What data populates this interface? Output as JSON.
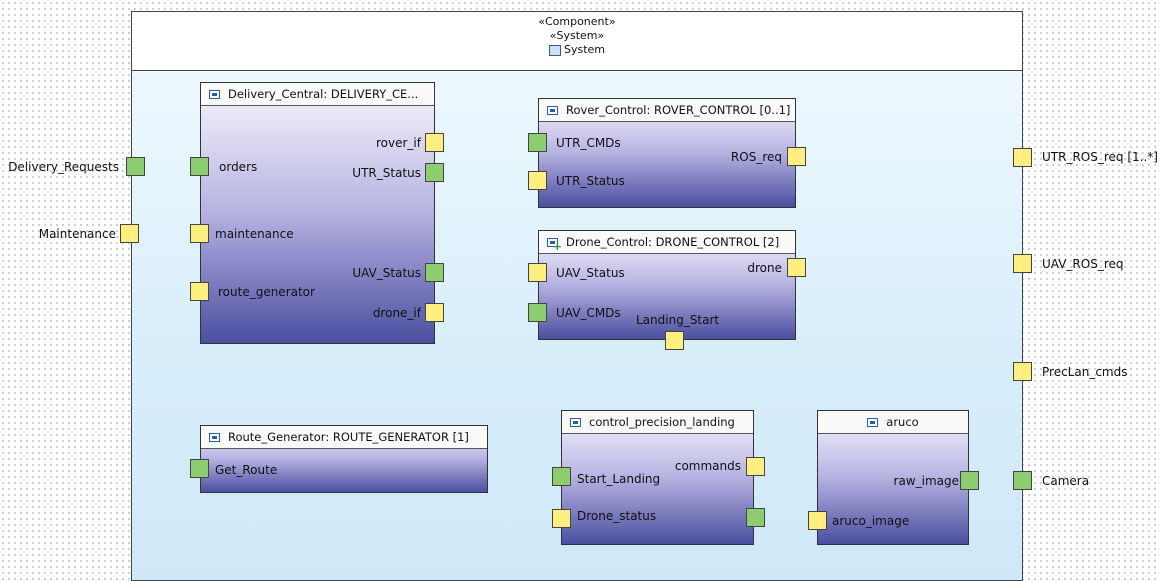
{
  "system": {
    "stereotype1": "«Component»",
    "stereotype2": "«System»",
    "name": "System",
    "icon": "system-icon"
  },
  "external_ports": {
    "delivery_requests": "Delivery_Requests",
    "maintenance": "Maintenance",
    "utr_ros_req": "UTR_ROS_req [1..*]",
    "uav_ros_req": "UAV_ROS_req",
    "preclan_cmds": "PrecLan_cmds",
    "camera": "Camera"
  },
  "parts": {
    "delivery_central": {
      "title": "Delivery_Central: DELIVERY_CE...",
      "ports": {
        "orders": "orders",
        "maintenance": "maintenance",
        "route_generator": "route_generator",
        "rover_if": "rover_if",
        "utr_status": "UTR_Status",
        "uav_status": "UAV_Status",
        "drone_if": "drone_if"
      }
    },
    "rover_control": {
      "title": "Rover_Control: ROVER_CONTROL [0..1]",
      "ports": {
        "utr_cmds": "UTR_CMDs",
        "utr_status": "UTR_Status",
        "ros_req": "ROS_req"
      }
    },
    "drone_control": {
      "title": "Drone_Control: DRONE_CONTROL [2]",
      "ports": {
        "uav_status": "UAV_Status",
        "uav_cmds": "UAV_CMDs",
        "landing_start": "Landing_Start",
        "drone": "drone"
      }
    },
    "route_generator": {
      "title": "Route_Generator: ROUTE_GENERATOR [1]",
      "ports": {
        "get_route": "Get_Route"
      }
    },
    "control_precision_landing": {
      "title": "control_precision_landing",
      "ports": {
        "start_landing": "Start_Landing",
        "drone_status": "Drone_status",
        "commands": "commands"
      }
    },
    "aruco": {
      "title": "aruco",
      "ports": {
        "raw_image": "raw_image",
        "aruco_image": "aruco_image"
      }
    }
  },
  "colors": {
    "port_provided": "#8ecd6f",
    "port_required": "#ffee80",
    "part_gradient_top": "#f7f7fd",
    "part_gradient_bottom": "#4b4fa0",
    "system_background": "#d8eefb"
  }
}
